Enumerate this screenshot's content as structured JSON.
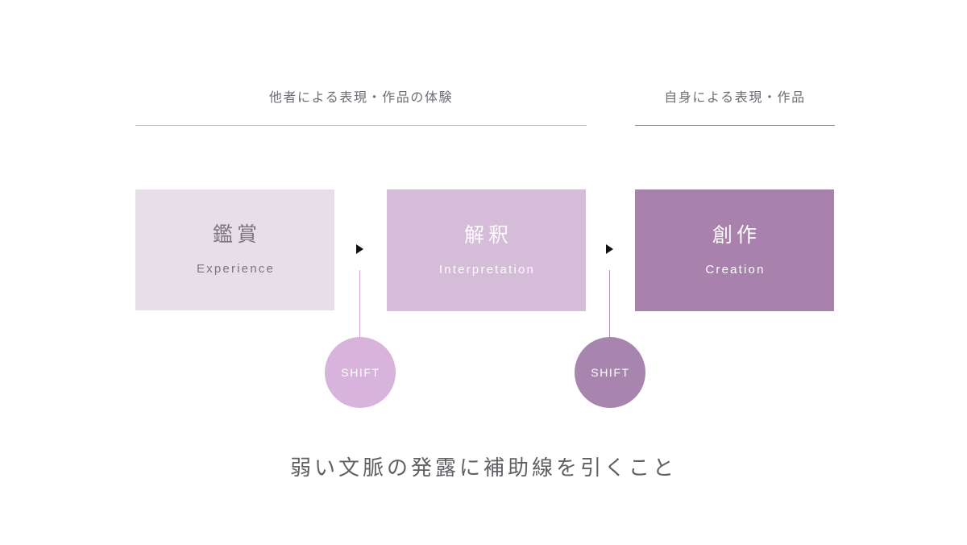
{
  "diagram": {
    "background_color": "#ffffff",
    "sections": [
      {
        "id": "others",
        "label": "他者による表現・作品の体験",
        "rule_color": "#d9a8d3"
      },
      {
        "id": "self",
        "label": "自身による表現・作品",
        "rule_color": "#9c6f9e"
      }
    ],
    "stages": [
      {
        "id": "experience",
        "title_jp": "鑑賞",
        "title_en": "Experience",
        "fill_color": "#e8deea",
        "text_color": "#7d7480"
      },
      {
        "id": "interpretation",
        "title_jp": "解釈",
        "title_en": "Interpretation",
        "fill_color": "#d5bcd9",
        "text_color": "#fdfbfd"
      },
      {
        "id": "creation",
        "title_jp": "創作",
        "title_en": "Creation",
        "fill_color": "#a882ac",
        "text_color": "#ffffff"
      }
    ],
    "transitions": [
      {
        "id": "shift-1",
        "label": "SHIFT",
        "fill_color": "#d8b4dc",
        "connector_color": "#cfa6d0",
        "from": "experience",
        "to": "interpretation"
      },
      {
        "id": "shift-2",
        "label": "SHIFT",
        "fill_color": "#a885ae",
        "connector_color": "#b191b3",
        "from": "interpretation",
        "to": "creation"
      }
    ],
    "arrow_color": "#111111",
    "caption": "弱い文脈の発露に補助線を引くこと"
  }
}
